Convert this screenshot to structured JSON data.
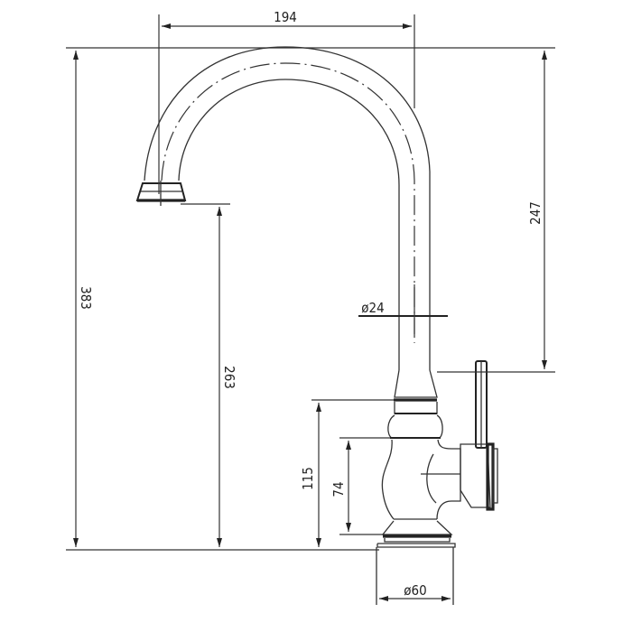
{
  "drawing": {
    "subject": "kitchen faucet technical drawing",
    "units": "mm",
    "line_color": "#222222",
    "background": "#ffffff"
  },
  "dimensions": {
    "spout_reach": {
      "label": "194",
      "orientation": "horizontal"
    },
    "total_height": {
      "label": "383",
      "orientation": "vertical-rotated"
    },
    "spout_outlet_height": {
      "label": "263",
      "orientation": "vertical-rotated"
    },
    "spout_rise": {
      "label": "247",
      "orientation": "vertical"
    },
    "spout_diameter": {
      "label": "ø24",
      "orientation": "horizontal"
    },
    "body_height": {
      "label": "115",
      "orientation": "vertical"
    },
    "handle_body_height": {
      "label": "74",
      "orientation": "vertical"
    },
    "base_diameter": {
      "label": "ø60",
      "orientation": "horizontal"
    }
  }
}
